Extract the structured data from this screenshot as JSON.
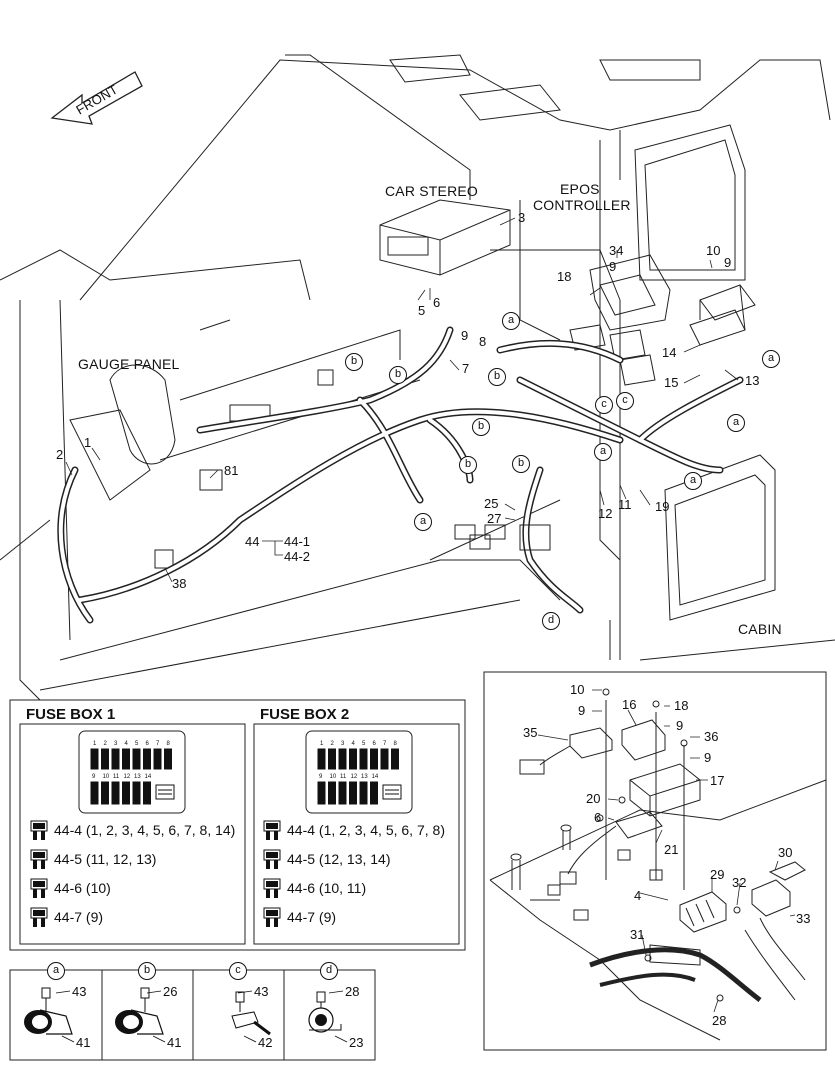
{
  "main": {
    "front": "FRONT",
    "car_stereo": "CAR STEREO",
    "epos_line1": "EPOS",
    "epos_line2": "CONTROLLER",
    "gauge_panel": "GAUGE PANEL",
    "cabin": "CABIN",
    "callouts": {
      "n1": "1",
      "n2": "2",
      "n3": "3",
      "n5": "5",
      "n6": "6",
      "n7": "7",
      "n8": "8",
      "n9a": "9",
      "n9b": "9",
      "n9c": "9",
      "n10": "10",
      "n11": "11",
      "n12": "12",
      "n13": "13",
      "n14": "14",
      "n15": "15",
      "n18": "18",
      "n19": "19",
      "n25": "25",
      "n27": "27",
      "n34": "34",
      "n38": "38",
      "n44": "44",
      "n44_1": "44-1",
      "n44_2": "44-2",
      "n81": "81"
    },
    "letters": {
      "a": "a",
      "b": "b",
      "c": "c",
      "d": "d"
    }
  },
  "fuse_box_1": {
    "title": "FUSE BOX 1",
    "entries": [
      "44-4 (1, 2, 3, 4, 5, 6, 7, 8, 14)",
      "44-5 (11, 12, 13)",
      "44-6 (10)",
      "44-7 (9)"
    ]
  },
  "fuse_box_2": {
    "title": "FUSE BOX 2",
    "entries": [
      "44-4 (1, 2, 3, 4, 5, 6, 7, 8)",
      "44-5 (12, 13, 14)",
      "44-6 (10, 11)",
      "44-7 (9)"
    ]
  },
  "fuse_numbers_top": [
    "1",
    "2",
    "3",
    "4",
    "5",
    "6",
    "7",
    "8"
  ],
  "fuse_numbers_bottom": [
    "9",
    "10",
    "11",
    "12",
    "13",
    "14"
  ],
  "detail_views": [
    {
      "letter": "a",
      "top": "43",
      "bottom": "41"
    },
    {
      "letter": "b",
      "top": "26",
      "bottom": "41"
    },
    {
      "letter": "c",
      "top": "43",
      "bottom": "42"
    },
    {
      "letter": "d",
      "top": "28",
      "bottom": "23"
    }
  ],
  "inset": {
    "callouts": {
      "n4": "4",
      "n6": "6",
      "n9a": "9",
      "n9b": "9",
      "n9c": "9",
      "n10": "10",
      "n16": "16",
      "n17": "17",
      "n18": "18",
      "n20": "20",
      "n21": "21",
      "n28": "28",
      "n29": "29",
      "n30": "30",
      "n31": "31",
      "n32": "32",
      "n33": "33",
      "n35": "35",
      "n36": "36"
    }
  }
}
